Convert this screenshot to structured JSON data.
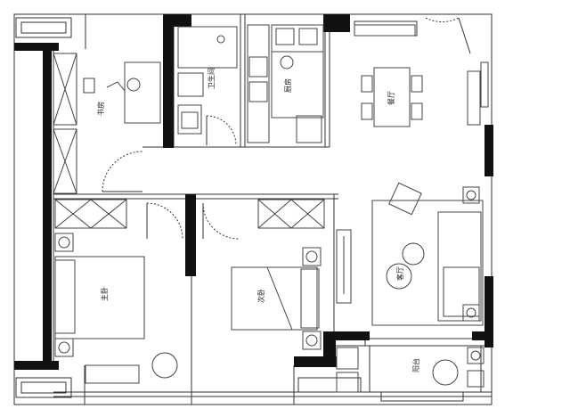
{
  "rooms": {
    "study": "书房",
    "bathroom": "卫生间",
    "kitchen": "厨房",
    "dining": "餐厅",
    "living": "客厅",
    "master_bedroom": "主卧",
    "second_bedroom": "次卧",
    "balcony": "阳台"
  },
  "colors": {
    "wall": "#111111",
    "line": "#333333",
    "furniture": "#444444"
  }
}
